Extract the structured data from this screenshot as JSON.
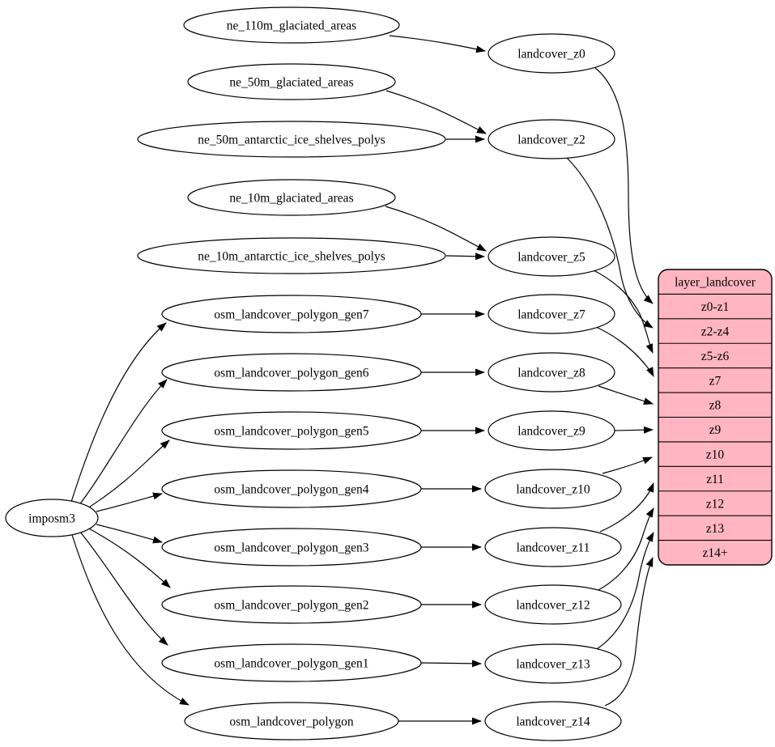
{
  "diagram": {
    "type": "dependency-graph",
    "nodes": [
      {
        "id": "imposm3",
        "label": "imposm3"
      },
      {
        "id": "ne_110m_glaciated_areas",
        "label": "ne_110m_glaciated_areas"
      },
      {
        "id": "ne_50m_glaciated_areas",
        "label": "ne_50m_glaciated_areas"
      },
      {
        "id": "ne_50m_antarctic_ice_shelves_polys",
        "label": "ne_50m_antarctic_ice_shelves_polys"
      },
      {
        "id": "ne_10m_glaciated_areas",
        "label": "ne_10m_glaciated_areas"
      },
      {
        "id": "ne_10m_antarctic_ice_shelves_polys",
        "label": "ne_10m_antarctic_ice_shelves_polys"
      },
      {
        "id": "osm_landcover_polygon_gen7",
        "label": "osm_landcover_polygon_gen7"
      },
      {
        "id": "osm_landcover_polygon_gen6",
        "label": "osm_landcover_polygon_gen6"
      },
      {
        "id": "osm_landcover_polygon_gen5",
        "label": "osm_landcover_polygon_gen5"
      },
      {
        "id": "osm_landcover_polygon_gen4",
        "label": "osm_landcover_polygon_gen4"
      },
      {
        "id": "osm_landcover_polygon_gen3",
        "label": "osm_landcover_polygon_gen3"
      },
      {
        "id": "osm_landcover_polygon_gen2",
        "label": "osm_landcover_polygon_gen2"
      },
      {
        "id": "osm_landcover_polygon_gen1",
        "label": "osm_landcover_polygon_gen1"
      },
      {
        "id": "osm_landcover_polygon",
        "label": "osm_landcover_polygon"
      },
      {
        "id": "landcover_z0",
        "label": "landcover_z0"
      },
      {
        "id": "landcover_z2",
        "label": "landcover_z2"
      },
      {
        "id": "landcover_z5",
        "label": "landcover_z5"
      },
      {
        "id": "landcover_z7",
        "label": "landcover_z7"
      },
      {
        "id": "landcover_z8",
        "label": "landcover_z8"
      },
      {
        "id": "landcover_z9",
        "label": "landcover_z9"
      },
      {
        "id": "landcover_z10",
        "label": "landcover_z10"
      },
      {
        "id": "landcover_z11",
        "label": "landcover_z11"
      },
      {
        "id": "landcover_z12",
        "label": "landcover_z12"
      },
      {
        "id": "landcover_z13",
        "label": "landcover_z13"
      },
      {
        "id": "landcover_z14",
        "label": "landcover_z14"
      }
    ],
    "record_table": {
      "id": "layer_landcover",
      "title": "layer_landcover",
      "rows": [
        "z0-z1",
        "z2-z4",
        "z5-z6",
        "z7",
        "z8",
        "z9",
        "z10",
        "z11",
        "z12",
        "z13",
        "z14+"
      ]
    },
    "edges": [
      {
        "from": "imposm3",
        "to": "osm_landcover_polygon_gen7"
      },
      {
        "from": "imposm3",
        "to": "osm_landcover_polygon_gen6"
      },
      {
        "from": "imposm3",
        "to": "osm_landcover_polygon_gen5"
      },
      {
        "from": "imposm3",
        "to": "osm_landcover_polygon_gen4"
      },
      {
        "from": "imposm3",
        "to": "osm_landcover_polygon_gen3"
      },
      {
        "from": "imposm3",
        "to": "osm_landcover_polygon_gen2"
      },
      {
        "from": "imposm3",
        "to": "osm_landcover_polygon_gen1"
      },
      {
        "from": "imposm3",
        "to": "osm_landcover_polygon"
      },
      {
        "from": "ne_110m_glaciated_areas",
        "to": "landcover_z0"
      },
      {
        "from": "ne_50m_glaciated_areas",
        "to": "landcover_z2"
      },
      {
        "from": "ne_50m_antarctic_ice_shelves_polys",
        "to": "landcover_z2"
      },
      {
        "from": "ne_10m_glaciated_areas",
        "to": "landcover_z5"
      },
      {
        "from": "ne_10m_antarctic_ice_shelves_polys",
        "to": "landcover_z5"
      },
      {
        "from": "osm_landcover_polygon_gen7",
        "to": "landcover_z7"
      },
      {
        "from": "osm_landcover_polygon_gen6",
        "to": "landcover_z8"
      },
      {
        "from": "osm_landcover_polygon_gen5",
        "to": "landcover_z9"
      },
      {
        "from": "osm_landcover_polygon_gen4",
        "to": "landcover_z10"
      },
      {
        "from": "osm_landcover_polygon_gen3",
        "to": "landcover_z11"
      },
      {
        "from": "osm_landcover_polygon_gen2",
        "to": "landcover_z12"
      },
      {
        "from": "osm_landcover_polygon_gen1",
        "to": "landcover_z13"
      },
      {
        "from": "osm_landcover_polygon",
        "to": "landcover_z14"
      },
      {
        "from": "landcover_z0",
        "to": "layer_landcover:z0-z1"
      },
      {
        "from": "landcover_z2",
        "to": "layer_landcover:z2-z4"
      },
      {
        "from": "landcover_z5",
        "to": "layer_landcover:z5-z6"
      },
      {
        "from": "landcover_z7",
        "to": "layer_landcover:z7"
      },
      {
        "from": "landcover_z8",
        "to": "layer_landcover:z8"
      },
      {
        "from": "landcover_z9",
        "to": "layer_landcover:z9"
      },
      {
        "from": "landcover_z10",
        "to": "layer_landcover:z10"
      },
      {
        "from": "landcover_z11",
        "to": "layer_landcover:z11"
      },
      {
        "from": "landcover_z12",
        "to": "layer_landcover:z12"
      },
      {
        "from": "landcover_z13",
        "to": "layer_landcover:z13"
      },
      {
        "from": "landcover_z14",
        "to": "layer_landcover:z14+"
      }
    ],
    "colors": {
      "background": "#ffffff",
      "node_fill": "#ffffff",
      "node_stroke": "#000000",
      "edge": "#000000",
      "record_fill": "#ffb6c1",
      "record_stroke": "#000000",
      "text": "#000000"
    }
  }
}
